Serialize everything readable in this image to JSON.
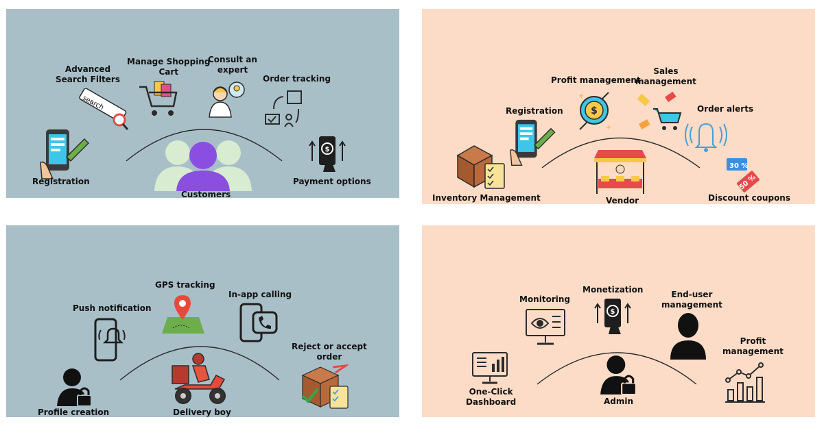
{
  "colors": {
    "customer_bg": "#a9bfc8",
    "vendor_bg": "#fcdcc6",
    "delivery_bg": "#a9bfc8",
    "admin_bg": "#fcdcc6"
  },
  "customer": {
    "center": "Customers",
    "features": [
      "Registration",
      "Advanced\nSearch Filters",
      "Manage Shopping\nCart",
      "Consult an\nexpert",
      "Order tracking",
      "Payment options"
    ],
    "search_text": "search"
  },
  "vendor": {
    "center": "Vendor",
    "features": [
      "Inventory Management",
      "Registration",
      "Profit management",
      "Sales\nmanagement",
      "Order alerts",
      "Discount coupons"
    ],
    "badges": [
      "30 %",
      "50 %"
    ]
  },
  "delivery": {
    "center": "Delivery boy",
    "features": [
      "Profile creation",
      "Push notification",
      "GPS tracking",
      "In-app calling",
      "Reject or accept\norder"
    ]
  },
  "admin": {
    "center": "Admin",
    "features": [
      "One-Click\nDashboard",
      "Monitoring",
      "Monetization",
      "End-user\nmanagement",
      "Profit\nmanagement"
    ]
  }
}
